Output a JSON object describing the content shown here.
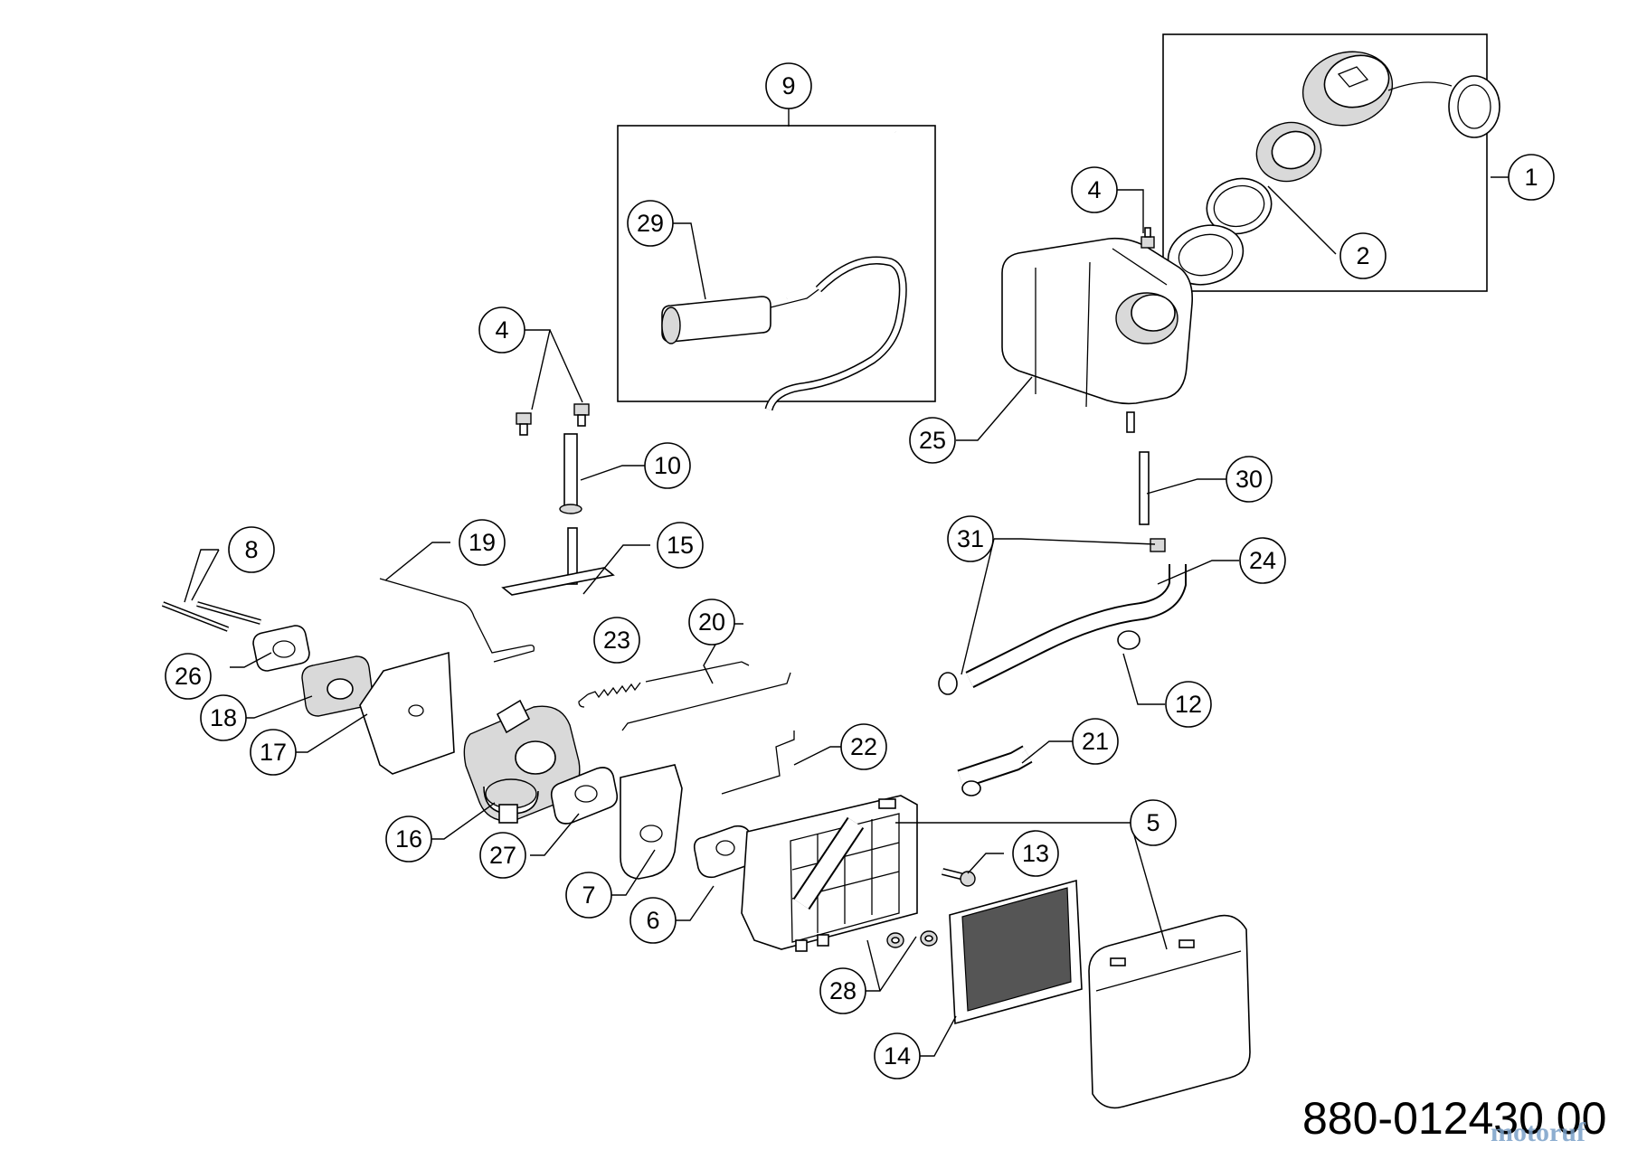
{
  "diagram": {
    "document_number": "880-012430 00",
    "watermark": "motoruf",
    "callouts": {
      "c1": "1",
      "c2": "2",
      "c4a": "4",
      "c4b": "4",
      "c5": "5",
      "c6": "6",
      "c7": "7",
      "c8": "8",
      "c9": "9",
      "c10": "10",
      "c12": "12",
      "c13": "13",
      "c14": "14",
      "c15": "15",
      "c16": "16",
      "c17": "17",
      "c18": "18",
      "c19": "19",
      "c20": "20",
      "c21": "21",
      "c22": "22",
      "c23": "23",
      "c24": "24",
      "c25": "25",
      "c26": "26",
      "c27": "27",
      "c28": "28",
      "c29": "29",
      "c30": "30",
      "c31": "31"
    }
  }
}
